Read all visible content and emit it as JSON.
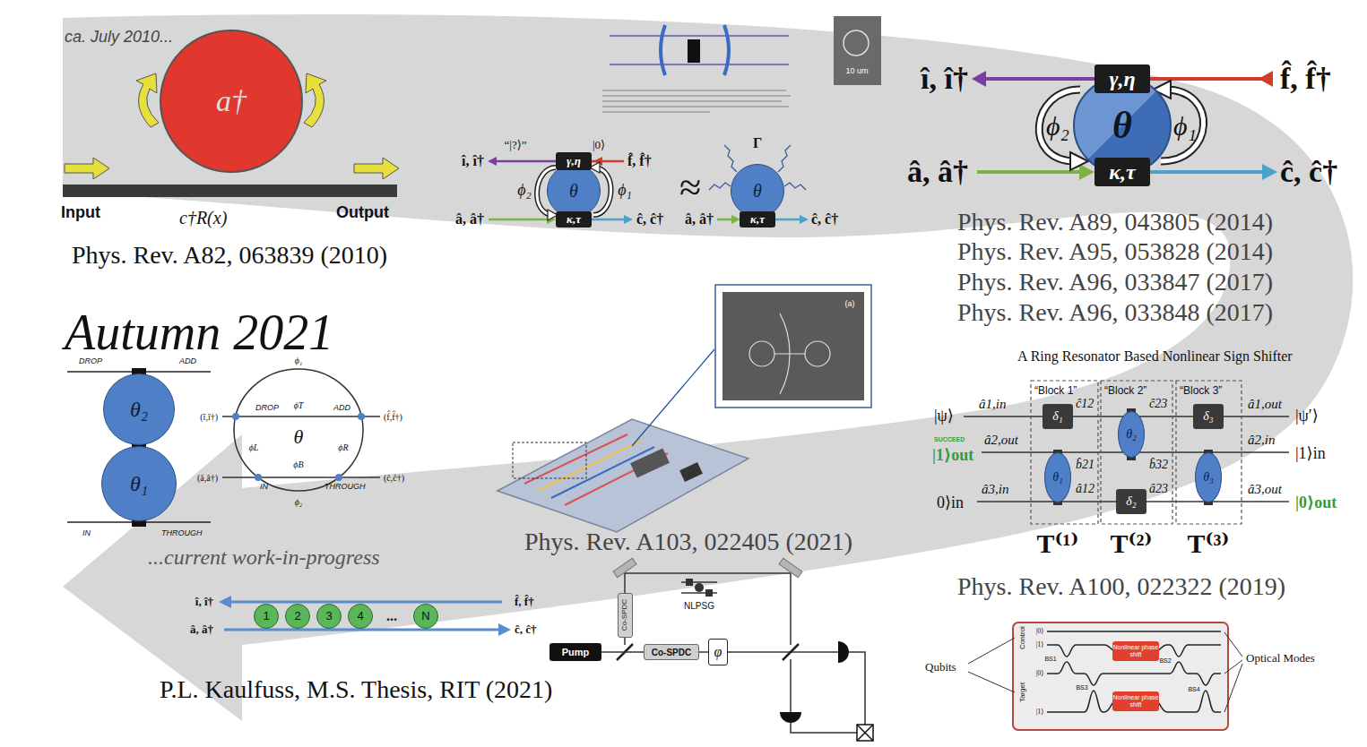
{
  "diagram": {
    "nodes": [
      {
        "text": [
          "a†"
        ]
      },
      {
        "text": [
          "θ"
        ]
      },
      {
        "text": [
          "γ,η"
        ]
      },
      {
        "text": [
          "κ,τ"
        ]
      },
      {
        "text": [
          "θ"
        ]
      },
      {
        "text": [
          "κ,τ"
        ]
      },
      {
        "text": [
          "θ"
        ]
      },
      {
        "text": [
          "γ,η"
        ]
      },
      {
        "text": [
          "κ,τ"
        ]
      },
      {
        "text": [
          "θ₂"
        ]
      },
      {
        "text": [
          "θ₁"
        ]
      },
      {
        "text": [
          "δ₁"
        ]
      },
      {
        "text": [
          "θ₂"
        ]
      },
      {
        "text": [
          "δ₃"
        ]
      },
      {
        "text": [
          "θ₁"
        ]
      },
      {
        "text": [
          "δ₂"
        ]
      },
      {
        "text": [
          "θ₃"
        ]
      },
      {
        "text": [
          "Nonlinear phase shift"
        ]
      },
      {
        "text": [
          "Nonlinear phase shift"
        ]
      },
      {
        "text": [
          "Co-SPDC"
        ]
      },
      {
        "text": [
          "Pump"
        ]
      },
      {
        "text": [
          "Co-SPDC"
        ]
      },
      {
        "text": [
          "φ"
        ]
      },
      {
        "text": [
          "1"
        ]
      },
      {
        "text": [
          "2"
        ]
      },
      {
        "text": [
          "3"
        ]
      },
      {
        "text": [
          "4"
        ]
      },
      {
        "text": [
          "N"
        ]
      }
    ],
    "edges": [
      {
        "from": 20,
        "to": 21,
        "arrow": "none"
      },
      {
        "from": 21,
        "to": 22,
        "arrow": "none"
      }
    ],
    "labels": [
      "ca. July 2010...",
      "Input",
      "c†R(x)",
      "Output",
      "Phys. Rev. A82, 063839 (2010)",
      "10 um",
      "“|?⟩”",
      "|0⟩",
      "î, î†",
      "f̂, f̂†",
      "ϕ₂",
      "ϕ₁",
      "â, â†",
      "ĉ, ĉ†",
      "≈",
      "Γ",
      "â, â†",
      "ĉ, ĉ†",
      "î, î†",
      "f̂, f̂†",
      "ϕ₂",
      "ϕ₁",
      "â, â†",
      "ĉ, ĉ†",
      "Phys. Rev. A89, 043805 (2014)",
      "Phys. Rev. A95, 053828 (2014)",
      "Phys. Rev. A96, 033847 (2017)",
      "Phys. Rev. A96, 033848 (2017)",
      "A Ring Resonator Based Nonlinear Sign Shifter",
      "“Block 1”",
      "“Block 2”",
      "“Block 3”",
      "|ψ⟩",
      "â1,in",
      "ĉ12",
      "ĉ23",
      "â1,out",
      "|ψ′⟩",
      "SUCCEED",
      "|1⟩out",
      "â2,out",
      "b̂21",
      "b̂32",
      "â2,in",
      "|1⟩in",
      "0⟩in",
      "â3,in",
      "â12",
      "â23",
      "â3,out",
      "|0⟩out",
      "T⁽¹⁾",
      "T⁽²⁾",
      "T⁽³⁾",
      "Phys. Rev. A100, 022322 (2019)",
      "Control",
      "|0⟩",
      "|1⟩",
      "Target",
      "|0⟩",
      "|1⟩",
      "BS1",
      "BS2",
      "BS3",
      "BS4",
      "Qubits",
      "Optical Modes",
      "Phys. Rev. A103, 022405 (2021)",
      "NLPSG",
      "Autumn 2021",
      "DROP",
      "ADD",
      "IN",
      "THROUGH",
      "(î,î†)",
      "DROP",
      "ADD",
      "(f̂,f̂†)",
      "θ",
      "ϕ₁",
      "ϕT",
      "ϕL",
      "ϕR",
      "ϕB",
      "ϕ₂",
      "(â,â†)",
      "IN",
      "THROUGH",
      "(ĉ,ĉ†)",
      "...current work-in-progress",
      "î, î†",
      "f̂, f̂†",
      "â, â†",
      "ĉ, ĉ†",
      "...",
      "P.L. Kaulfuss, M.S. Thesis, RIT (2021)",
      "(a)"
    ]
  }
}
